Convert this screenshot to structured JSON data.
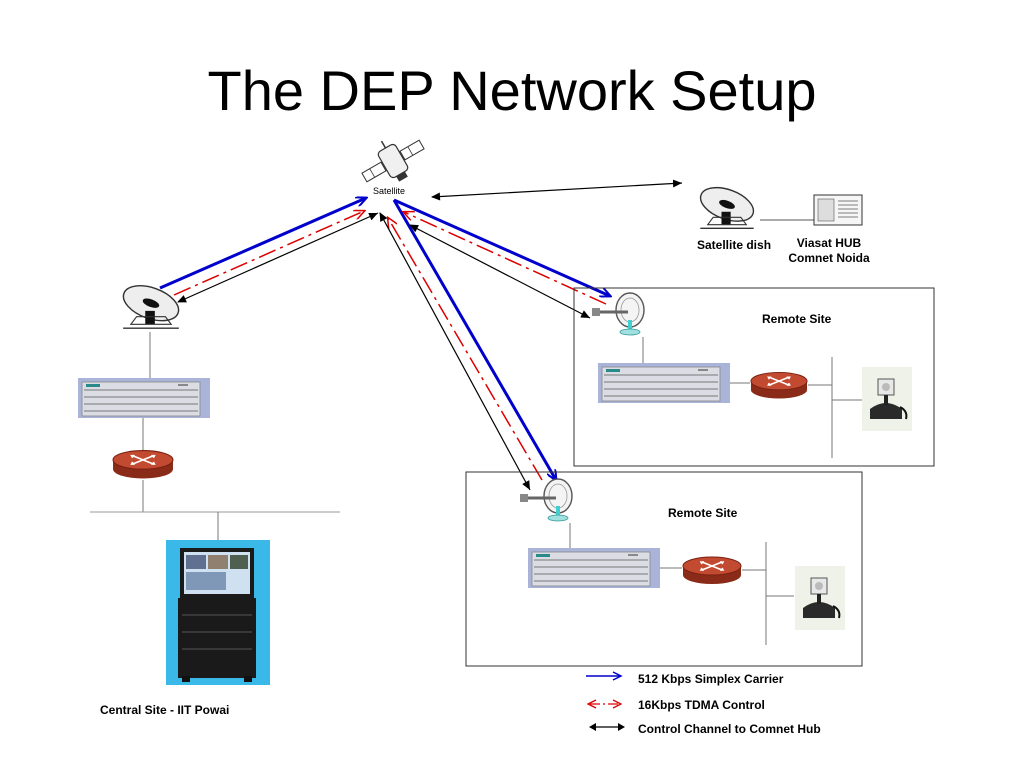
{
  "title": "The DEP Network Setup",
  "nodes": {
    "satellite": "Satellite",
    "satellite_dish": "Satellite dish",
    "hub_line1": "Viasat HUB",
    "hub_line2": "Comnet Noida",
    "remote_site_1": "Remote Site",
    "remote_site_2": "Remote Site",
    "central_site": "Central Site - IIT Powai"
  },
  "legend": [
    {
      "label": "512 Kbps Simplex Carrier",
      "color": "#0000cc",
      "style": "solid"
    },
    {
      "label": "16Kbps TDMA Control",
      "color": "#dd0000",
      "style": "dash-dot"
    },
    {
      "label": "Control Channel to Comnet Hub",
      "color": "#000000",
      "style": "double-arrow"
    }
  ],
  "colors": {
    "carrier": "#0000cc",
    "tdma": "#dd0000",
    "control": "#000000",
    "router": "#b43c28",
    "modem": "#c8ccd4",
    "dish_feed": "#40d0d0"
  }
}
